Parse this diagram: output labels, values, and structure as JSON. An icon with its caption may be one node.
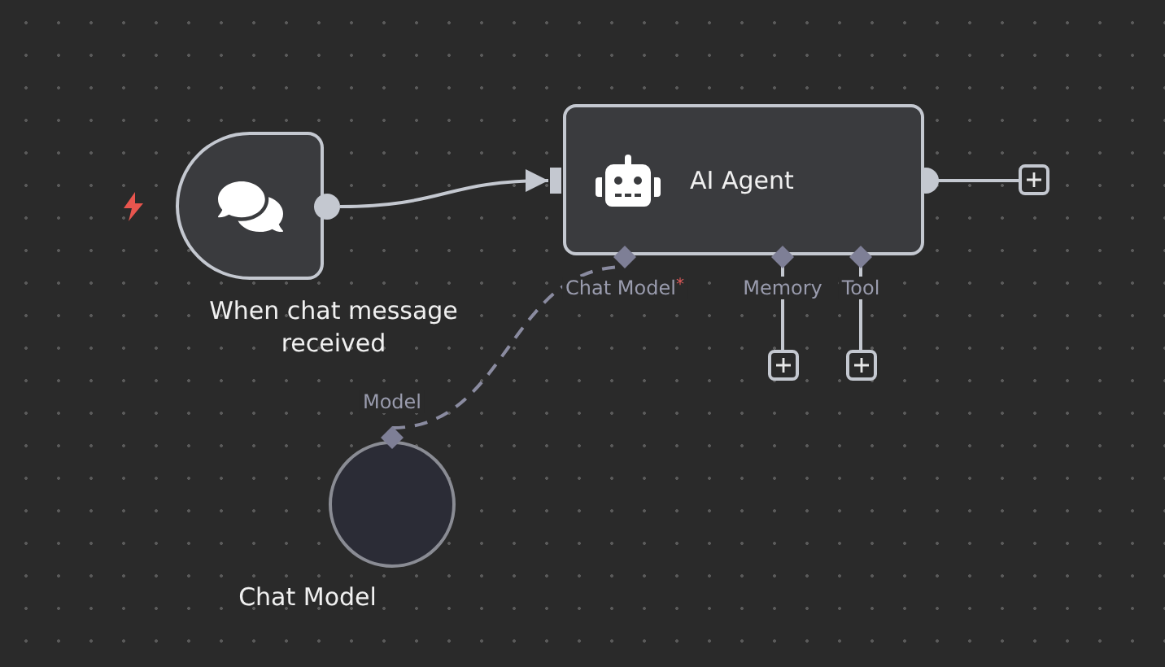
{
  "diagram": {
    "nodes": [
      {
        "text": [
          "When chat message received"
        ]
      },
      {
        "text": [
          "AI Agent"
        ],
        "beside": [
          "Chat Model$^{*}$",
          "Memory",
          "Tool"
        ]
      },
      {
        "text": [],
        "shape": "box"
      },
      {
        "text": [],
        "shape": "box"
      },
      {
        "text": [],
        "shape": "box"
      },
      {
        "text": [
          "Chat Model"
        ],
        "beside": [
          "Model"
        ]
      }
    ],
    "edges": [
      {
        "from": 0,
        "to": 1,
        "arrow": "to"
      },
      {
        "from": 1,
        "to": 2,
        "arrow": "other"
      },
      {
        "from": 1,
        "to": 3,
        "arrow": "none"
      },
      {
        "from": 1,
        "to": 4,
        "arrow": "none"
      },
      {
        "from": 5,
        "to": 1,
        "arrow": "none",
        "style": "dashed"
      }
    ]
  }
}
